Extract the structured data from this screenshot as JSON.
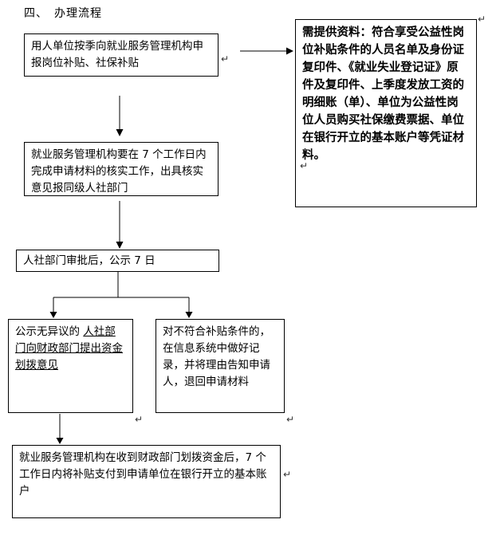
{
  "page": {
    "heading": "四、　办理流程"
  },
  "flow": {
    "apply_box": "用人单位按季向就业服务管理机构申报岗位补贴、社保补贴",
    "materials_box": {
      "label": "需提供资料：",
      "body": "符合享受公益性岗位补贴条件的人员名单及身份证复印件、《就业失业登记证》原件及复印件、上季度发放工资的明细账（单）、单位为公益性岗位人员购买社保缴费票据、单位在银行开立的基本账户等凭证材料。"
    },
    "verify_box": "就业服务管理机构要在 7 个工作日内完成申请材料的核实工作，出具核实意见报同级人社部门",
    "publicity_box": "人社部门审批后，公示 7 日",
    "approved_box": {
      "prefix": "公示无异议的 ",
      "underlined": "人社部门向财政部门提出资金划拨意见"
    },
    "rejected_box": "对不符合补贴条件的，在信息系统中做好记录，并将理由告知申请人，退回申请材料",
    "payment_box": "就业服务管理机构在收到财政部门划拨资金后，7 个工作日内将补贴支付到申请单位在银行开立的基本账户"
  },
  "marks": {
    "pilcrow": "↵"
  },
  "colors": {
    "border": "#000000",
    "text": "#000000",
    "background": "#ffffff"
  }
}
